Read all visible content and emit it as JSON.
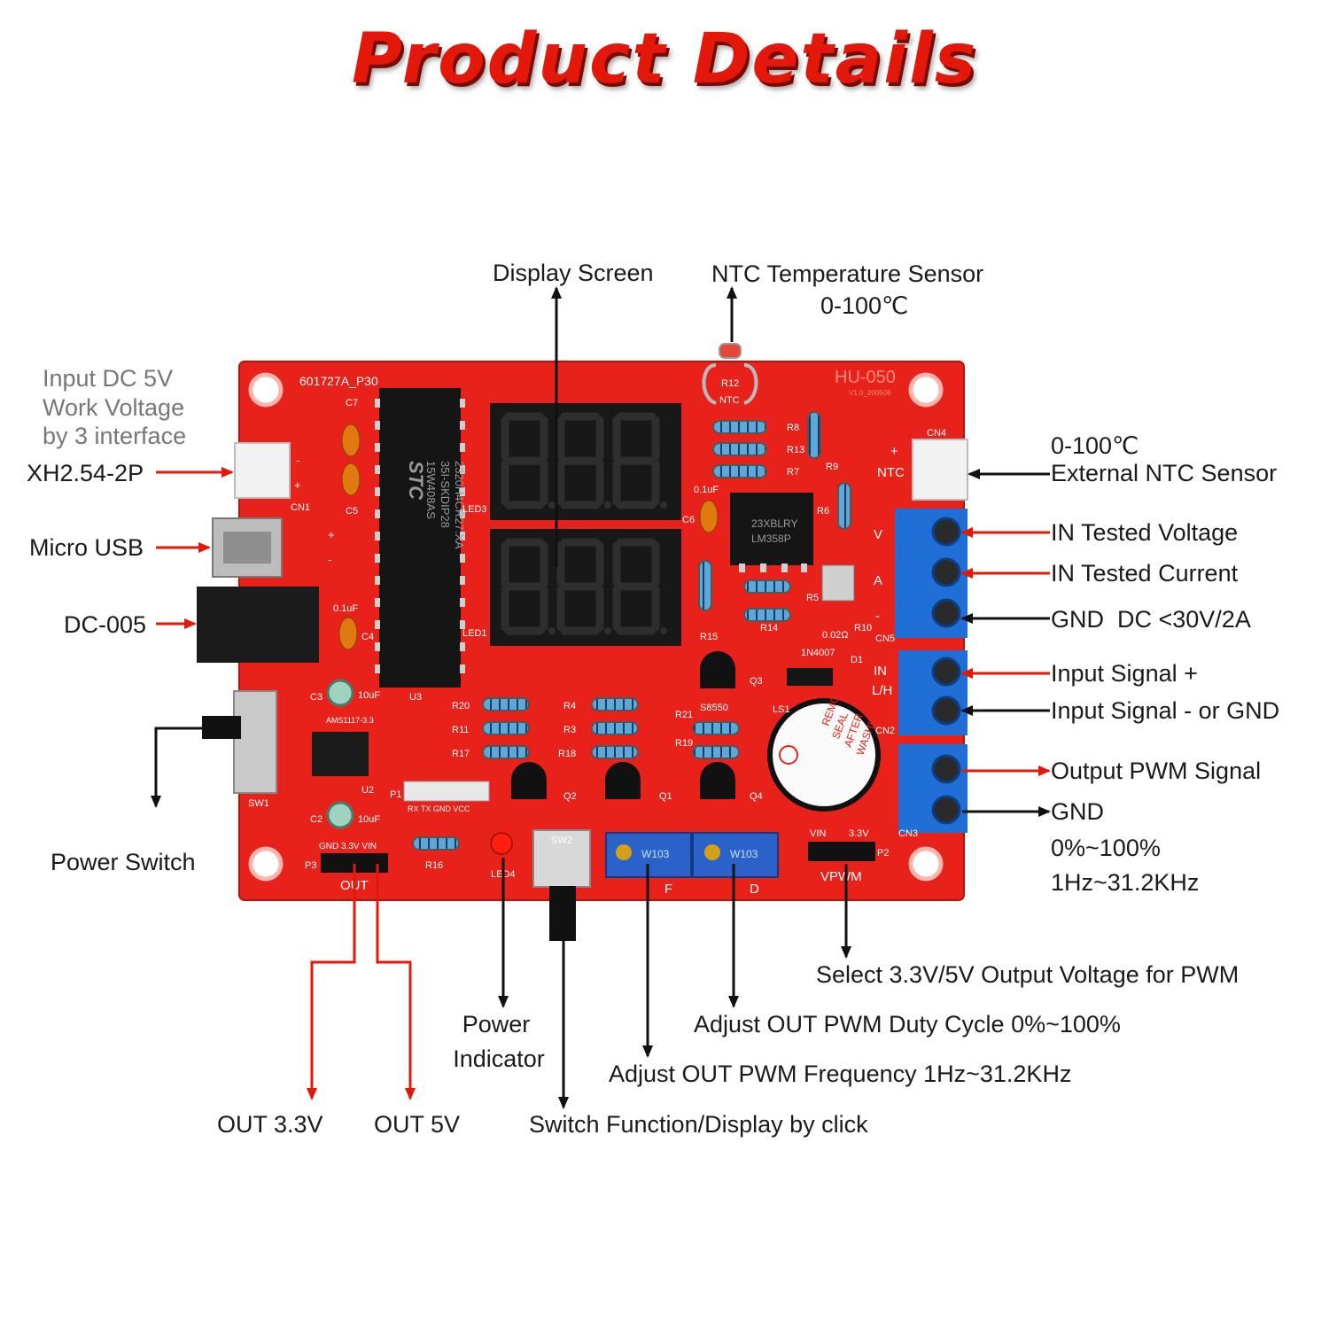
{
  "title": "Product Details",
  "board": {
    "model": "HU-050",
    "version": "V1.0_200506",
    "pcb_code": "601727A_P30",
    "mcu_lines": [
      "STC",
      "15W408AS",
      "35I-SKDIP28",
      "2320H4CR27.XA"
    ],
    "opamp_lines": [
      "23XBLRY",
      "LM358P"
    ],
    "buzzer_text": [
      "REMOVE",
      "SEAL",
      "AFTER",
      "WASHING"
    ],
    "silk": {
      "c7": "C7",
      "c5": "C5",
      "c4": "C4",
      "c6": "C6",
      "c3": "C3",
      "c2": "C2",
      "cap_01uf": "0.1uF",
      "cap_10uf": "10uF",
      "cn1": "CN1",
      "cn4": "CN4",
      "cn5": "CN5",
      "cn2": "CN2",
      "cn3": "CN3",
      "led3": "LED3",
      "led1": "LED1",
      "led4": "LED4",
      "u3": "U3",
      "u2": "U2",
      "ams": "AMS1117-3.3",
      "r12": "R12",
      "ntc": "NTC",
      "r8": "R8",
      "r13": "R13",
      "r7": "R7",
      "r9": "R9",
      "r6": "R6",
      "r5": "R5",
      "r14": "R14",
      "r15": "R15",
      "r10": "R10",
      "r002": "0.02Ω",
      "d1": "D1",
      "d1_part": "1N4007",
      "q3": "Q3",
      "q3_part": "S8550",
      "r20": "R20",
      "r11": "R11",
      "r17": "R17",
      "r4": "R4",
      "r3": "R3",
      "r18": "R18",
      "r21": "R21",
      "r19": "R19",
      "q1": "Q1",
      "q2": "Q2",
      "q4": "Q4",
      "ls1": "LS1",
      "sw1": "SW1",
      "sw2": "SW2",
      "p1": "P1",
      "p1_pins": "RX  TX  GND VCC",
      "p3": "P3",
      "p3_pins": "GND 3.3V VIN",
      "out": "OUT",
      "r16": "R16",
      "f": "F",
      "d": "D",
      "pot": "W103",
      "p2": "P2",
      "vin": "VIN",
      "v33": "3.3V",
      "vpwm": "VPWM",
      "v": "V",
      "a": "A",
      "minus": "-",
      "plus": "+",
      "in": "IN",
      "lh": "L/H"
    }
  },
  "labels": {
    "display_screen": "Display Screen",
    "ntc_sensor": "NTC Temperature Sensor",
    "ntc_range": "0-100℃",
    "input_dc": "Input DC 5V",
    "work_voltage": "Work Voltage",
    "by_interface": "by 3 interface",
    "xh254": "XH2.54-2P",
    "micro_usb": "Micro USB",
    "dc005": "DC-005",
    "power_switch": "Power Switch",
    "ext_ntc_range": "0-100℃",
    "ext_ntc": "External NTC Sensor",
    "in_voltage": "IN Tested Voltage",
    "in_current": "IN Tested Current",
    "gnd_dc": "GND  DC <30V/2A",
    "input_plus": "Input Signal +",
    "input_minus": "Input Signal - or GND",
    "output_pwm": "Output PWM Signal",
    "gnd": "GND",
    "duty": "0%~100%",
    "freq": "1Hz~31.2KHz",
    "select_v": "Select 3.3V/5V Output Voltage for PWM",
    "adj_duty": "Adjust OUT PWM Duty Cycle 0%~100%",
    "adj_freq": "Adjust OUT PWM Frequency 1Hz~31.2KHz",
    "power": "Power",
    "indicator": "Indicator",
    "out33": "OUT 3.3V",
    "out5": "OUT 5V",
    "switch_func": "Switch Function/Display by click"
  },
  "colors": {
    "title": "#e3170a",
    "pcb": "#e8221a",
    "terminal": "#1f6fd6",
    "arrow_red": "#e3170a",
    "arrow_black": "#111111"
  }
}
